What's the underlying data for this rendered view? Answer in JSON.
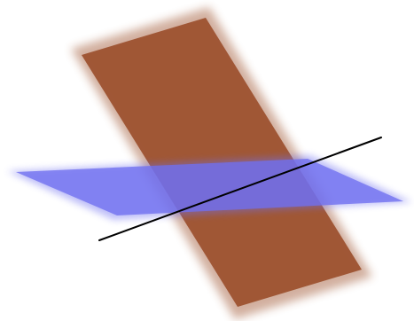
{
  "scene": {
    "planes": [
      {
        "name": "brown-plane",
        "color": "#9b4f2c"
      },
      {
        "name": "blue-plane",
        "color": "#6f6ff0"
      }
    ],
    "line": {
      "name": "intersection-line",
      "color": "#000000"
    }
  }
}
